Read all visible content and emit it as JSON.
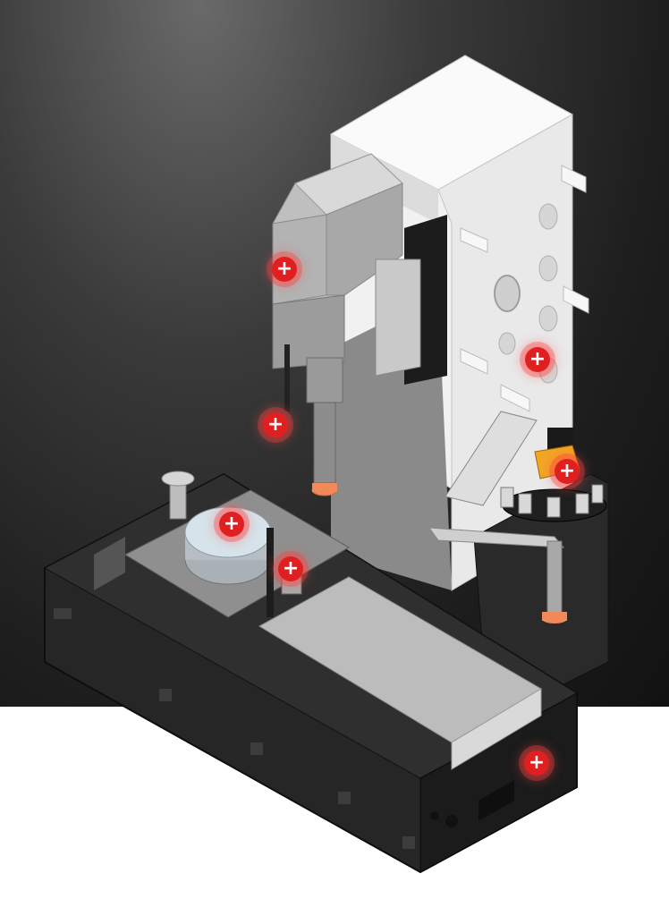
{
  "hotspots": [
    {
      "id": "spindle-head",
      "symbol": "+"
    },
    {
      "id": "column",
      "symbol": "+"
    },
    {
      "id": "spindle",
      "symbol": "+"
    },
    {
      "id": "tool-changer",
      "symbol": "+"
    },
    {
      "id": "rotary-table",
      "symbol": "+"
    },
    {
      "id": "table-clamp",
      "symbol": "+"
    },
    {
      "id": "machine-base",
      "symbol": "+"
    }
  ],
  "colors": {
    "hotspot": "#e02020",
    "background_dark": "#1e1e1e",
    "background_light": "#ffffff",
    "machine_white": "#f2f2f2",
    "machine_black": "#232323",
    "accent_orange": "#f08a5a"
  }
}
